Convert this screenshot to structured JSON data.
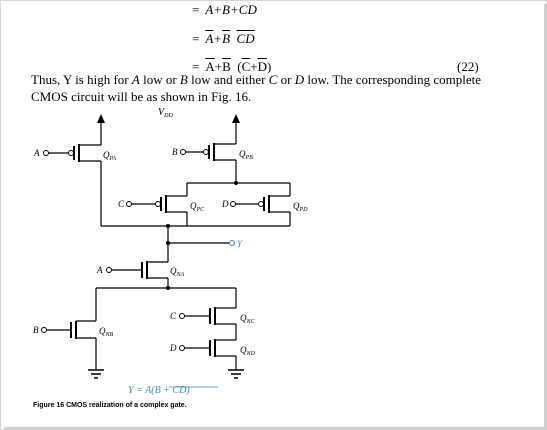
{
  "equations": {
    "line1": "A+B+CD",
    "line2_parts": [
      "A",
      "+",
      "B",
      "CD"
    ],
    "line3_parts": [
      "A",
      "+",
      "B",
      "(",
      "C",
      "+",
      "D",
      ")"
    ],
    "equals": "=",
    "number": "(22)"
  },
  "paragraph": {
    "t1": "Thus, Y is  high for ",
    "a": "A",
    "t2": " low or ",
    "b": "B",
    "t3": " low and either ",
    "c": "C",
    "t4": " or ",
    "d": "D",
    "t5": " low. The corresponding complete CMOS circuit will be as shown in Fig.  16."
  },
  "circuit": {
    "vdd": "V",
    "vdd_sub": "DD",
    "transistors": {
      "qpa": "Q",
      "qpa_sub": "PA",
      "qpb": "Q",
      "qpb_sub": "PB",
      "qpc": "Q",
      "qpc_sub": "PC",
      "qpd": "Q",
      "qpd_sub": "PD",
      "qna": "Q",
      "qna_sub": "NA",
      "qnb": "Q",
      "qnb_sub": "NB",
      "qnc": "Q",
      "qnc_sub": "NC",
      "qnd": "Q",
      "qnd_sub": "ND"
    },
    "inputs": {
      "a1": "A",
      "b1": "B",
      "c1": "C",
      "d1": "D",
      "a2": "A",
      "b2": "B",
      "c2": "C",
      "d2": "D"
    },
    "output": "Y",
    "output_expr": "Y = A(B + CD)",
    "output_color": "#3a8fc9"
  },
  "caption": "Figure 16  CMOS realization of a complex gate."
}
